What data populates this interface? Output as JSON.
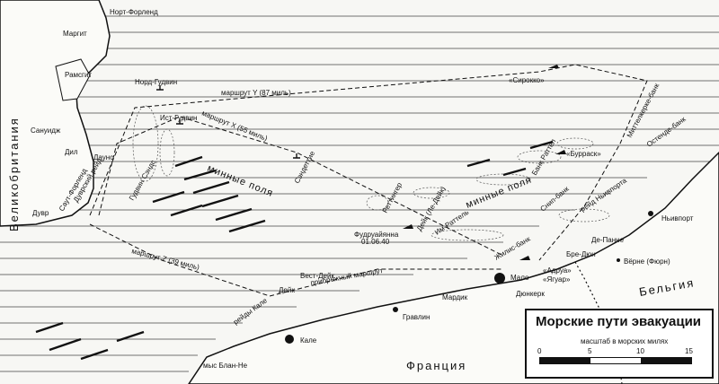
{
  "map": {
    "countries": {
      "gb": "Великобритания",
      "fr": "Франция",
      "be": "Бельгия"
    },
    "places": [
      {
        "id": "nort-forlend",
        "name": "Норт-Форленд"
      },
      {
        "id": "margit",
        "name": "Маргит"
      },
      {
        "id": "ramsgit",
        "name": "Рамсгит"
      },
      {
        "id": "nord-gudvin",
        "name": "Норд-Гудвин"
      },
      {
        "id": "ist-gudvin",
        "name": "Ист-Гудвин"
      },
      {
        "id": "sanudzh",
        "name": "Сануидж"
      },
      {
        "id": "dil",
        "name": "Дил"
      },
      {
        "id": "dauns",
        "name": "Даунс"
      },
      {
        "id": "duvr",
        "name": "Дувр"
      },
      {
        "id": "saut-forlend",
        "name": "Саут-Форленд"
      },
      {
        "id": "duvrskiy-reyd",
        "name": "Дуврский рейд"
      },
      {
        "id": "gudvin-sends",
        "name": "Гудвин Сэндс"
      },
      {
        "id": "minnye-polya",
        "name": "минные поля"
      },
      {
        "id": "sendettie",
        "name": "Сэндеттие"
      },
      {
        "id": "rettinger",
        "name": "Реттингер"
      },
      {
        "id": "fudruayanna",
        "name": "Фудруайянна"
      },
      {
        "id": "date",
        "name": "01.06.40"
      },
      {
        "id": "deyk-le-deyk",
        "name": "Дейк (Ле-Дейк)"
      },
      {
        "id": "im-rattel",
        "name": "Им-Раттель"
      },
      {
        "id": "minnye-polya-2",
        "name": "минные поля"
      },
      {
        "id": "mitelkerke",
        "name": "Миттелкерке-банк"
      },
      {
        "id": "ostende",
        "name": "Остенде-банк"
      },
      {
        "id": "bank-rattel",
        "name": "Банк Раттел"
      },
      {
        "id": "burrask",
        "name": "«Бурраск»"
      },
      {
        "id": "sirokko",
        "name": "«Сирокко»"
      },
      {
        "id": "snip-bank",
        "name": "Снип-банк"
      },
      {
        "id": "reyd-nyuvport",
        "name": "рейд Ньивпорта"
      },
      {
        "id": "nyuvport",
        "name": "Ньивпорт"
      },
      {
        "id": "de-panne",
        "name": "Де-Панне"
      },
      {
        "id": "brey-dyun",
        "name": "Бре-Дюн"
      },
      {
        "id": "verne",
        "name": "Вёрне (Фюрн)"
      },
      {
        "id": "zhilis-bank",
        "name": "Жилис-банк"
      },
      {
        "id": "adruua",
        "name": "«Адруа»"
      },
      {
        "id": "yaguar",
        "name": "«Ягуар»"
      },
      {
        "id": "malo",
        "name": "Мало"
      },
      {
        "id": "dyunkerk",
        "name": "Дюнкерк"
      },
      {
        "id": "mardik",
        "name": "Мардик"
      },
      {
        "id": "vest-deyk",
        "name": "Вест-Дейк"
      },
      {
        "id": "deyk",
        "name": "Дейк"
      },
      {
        "id": "coastal-route",
        "name": "прибрежный маршрут"
      },
      {
        "id": "reydy-kale",
        "name": "рейды Кале"
      },
      {
        "id": "gravlin",
        "name": "Гравлин"
      },
      {
        "id": "kale",
        "name": "Кале"
      },
      {
        "id": "mys-blan-ne",
        "name": "мыс Блан-Не"
      }
    ],
    "routes": {
      "y": "маршрут Y (87 миль)",
      "x": "маршрут X (55 миль)",
      "z": "маршрут Z (39 миль)"
    }
  },
  "legend": {
    "title": "Морские пути эвакуации",
    "subtitle": "масштаб в морских милях",
    "ticks": [
      "0",
      "5",
      "10",
      "15"
    ]
  }
}
